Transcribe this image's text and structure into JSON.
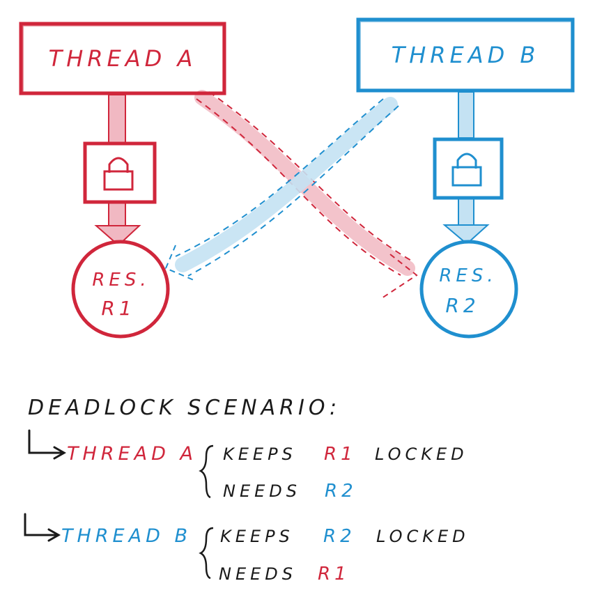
{
  "colors": {
    "red": "#d0263b",
    "red_soft": "#f1b8c2",
    "blue": "#1f8fcf",
    "blue_soft": "#c4e2f3",
    "ink": "#1a1a1a"
  },
  "diagram": {
    "thread_a": {
      "label": "THREAD A",
      "icon": "lock-icon"
    },
    "thread_b": {
      "label": "THREAD B",
      "icon": "lock-icon"
    },
    "resource_1": {
      "line1": "RES.",
      "line2": "R1"
    },
    "resource_2": {
      "line1": "RES.",
      "line2": "R2"
    }
  },
  "notes": {
    "title": "DEADLOCK SCENARIO:",
    "entries": [
      {
        "thread": "THREAD A",
        "keeps_prefix": "KEEPS",
        "keeps_res": "R1",
        "keeps_suffix": "LOCKED",
        "needs_prefix": "NEEDS",
        "needs_res": "R2"
      },
      {
        "thread": "THREAD B",
        "keeps_prefix": "KEEPS",
        "keeps_res": "R2",
        "keeps_suffix": "LOCKED",
        "needs_prefix": "NEEDS",
        "needs_res": "R1"
      }
    ]
  }
}
